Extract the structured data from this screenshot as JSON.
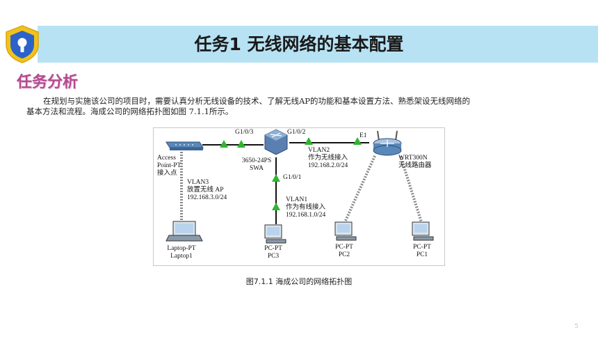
{
  "header": {
    "title": "任务1  无线网络的基本配置",
    "colors": {
      "bar": "#b7e2f3",
      "logo_shield": "#f2c21b",
      "logo_inner": "#2b63c8"
    },
    "logo_icon": "shield-keyhole-icon"
  },
  "section": {
    "title": "任务分析"
  },
  "paragraph": {
    "line1": "在规划与实施该公司的项目时，需要认真分析无线设备的技术、了解无线AP的功能和基本设置方法、熟悉架设无线网络的",
    "line2": "基本方法和流程。海成公司的网络拓扑图如图 7.1.1所示。"
  },
  "figure": {
    "caption": "图7.1.1  海成公司的网络拓扑图",
    "ports": {
      "g103": "G1/0/3",
      "g102": "G1/0/2",
      "g101": "G1/0/1",
      "e1": "E1"
    },
    "switch": {
      "model": "3650-24PS",
      "name": "SWA"
    },
    "access_point": {
      "line1": "Access",
      "line2": "Point-PT",
      "line3": "接入点"
    },
    "router": {
      "model": "WRT300N",
      "name": "无线路由器"
    },
    "vlan3": {
      "name": "VLAN3",
      "desc": "放置无线 AP",
      "subnet": "192.168.3.0/24"
    },
    "vlan2": {
      "name": "VLAN2",
      "desc": "作为无线接入",
      "subnet": "192.168.2.0/24"
    },
    "vlan1": {
      "name": "VLAN1",
      "desc": "作为有线接入",
      "subnet": "192.168.1.0/24"
    },
    "devices": [
      {
        "type": "Laptop-PT",
        "name": "Laptop1"
      },
      {
        "type": "PC-PT",
        "name": "PC3"
      },
      {
        "type": "PC-PT",
        "name": "PC2"
      },
      {
        "type": "PC-PT",
        "name": "PC1"
      }
    ]
  },
  "page_number": "5"
}
